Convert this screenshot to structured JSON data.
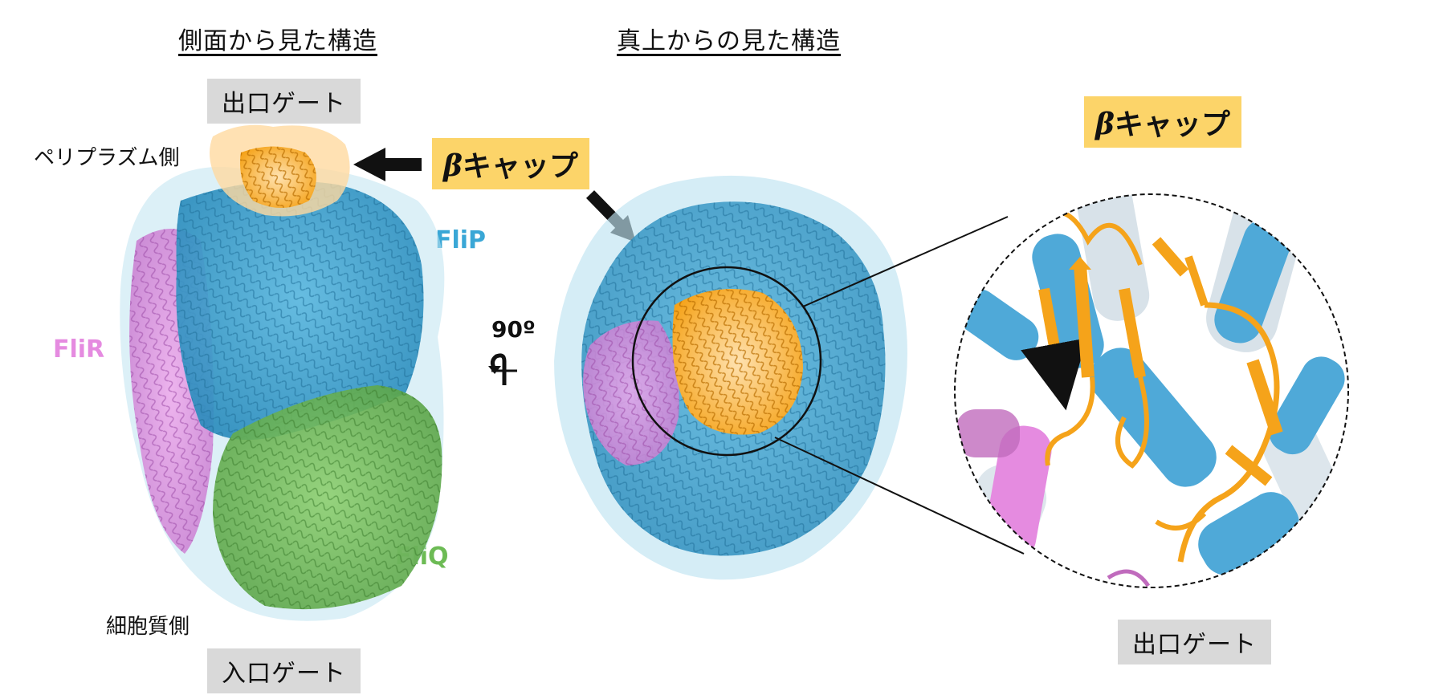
{
  "headings": {
    "side_view": "側面から見た構造",
    "top_view": "真上からの見た構造"
  },
  "labels": {
    "exit_gate_top": "出口ゲート",
    "entry_gate": "入口ゲート",
    "exit_gate_zoom": "出口ゲート",
    "periplasm_side": "ペリプラズム側",
    "cytoplasm_side": "細胞質側",
    "rotation": "90º"
  },
  "proteins": {
    "flip": "FliP",
    "flir": "FliR",
    "fliq": "FliQ"
  },
  "beta_cap": {
    "symbol": "β",
    "text": "キャップ"
  },
  "colors": {
    "flip": "#3aa7d6",
    "flir": "#e58be0",
    "fliq": "#6dbb55",
    "beta_cap": "#f5a31a",
    "tag_bg": "#fcd469",
    "gate_bg": "#d9d9d9"
  }
}
